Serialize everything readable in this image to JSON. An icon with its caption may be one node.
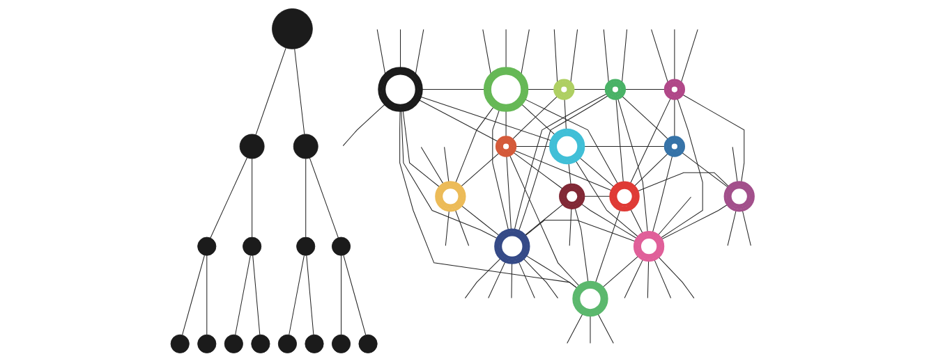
{
  "diagram": {
    "nodes": [
      {
        "text": [],
        "shape": "circle"
      },
      {
        "text": [],
        "shape": "circle"
      },
      {
        "text": [],
        "shape": "circle"
      },
      {
        "text": [],
        "shape": "circle"
      },
      {
        "text": [],
        "shape": "circle"
      },
      {
        "text": [],
        "shape": "circle"
      },
      {
        "text": [],
        "shape": "circle"
      },
      {
        "text": [],
        "shape": "circle"
      },
      {
        "text": [],
        "shape": "circle"
      },
      {
        "text": [],
        "shape": "circle"
      },
      {
        "text": [],
        "shape": "circle"
      },
      {
        "text": [],
        "shape": "circle"
      },
      {
        "text": [],
        "shape": "circle"
      },
      {
        "text": [],
        "shape": "circle"
      },
      {
        "text": [],
        "shape": "circle"
      },
      {
        "text": [],
        "shape": "ring"
      },
      {
        "text": [],
        "shape": "ring"
      },
      {
        "text": [],
        "shape": "ring"
      },
      {
        "text": [],
        "shape": "ring"
      },
      {
        "text": [],
        "shape": "ring"
      },
      {
        "text": [],
        "shape": "ring"
      },
      {
        "text": [],
        "shape": "ring"
      },
      {
        "text": [],
        "shape": "ring"
      },
      {
        "text": [],
        "shape": "ring"
      },
      {
        "text": [],
        "shape": "ring"
      },
      {
        "text": [],
        "shape": "ring"
      },
      {
        "text": [],
        "shape": "ring"
      },
      {
        "text": [],
        "shape": "ring"
      },
      {
        "text": [],
        "shape": "ring"
      },
      {
        "text": [],
        "shape": "ring"
      }
    ],
    "edges": [
      {
        "from": 0,
        "to": 1,
        "arrow": "none"
      },
      {
        "from": 0,
        "to": 2,
        "arrow": "none"
      },
      {
        "from": 1,
        "to": 3,
        "arrow": "none"
      },
      {
        "from": 1,
        "to": 4,
        "arrow": "none"
      },
      {
        "from": 2,
        "to": 5,
        "arrow": "none"
      },
      {
        "from": 2,
        "to": 6,
        "arrow": "none"
      },
      {
        "from": 3,
        "to": 7,
        "arrow": "none"
      },
      {
        "from": 3,
        "to": 8,
        "arrow": "none"
      },
      {
        "from": 4,
        "to": 9,
        "arrow": "none"
      },
      {
        "from": 4,
        "to": 10,
        "arrow": "none"
      },
      {
        "from": 5,
        "to": 11,
        "arrow": "none"
      },
      {
        "from": 5,
        "to": 12,
        "arrow": "none"
      },
      {
        "from": 6,
        "to": 13,
        "arrow": "none"
      },
      {
        "from": 6,
        "to": 14,
        "arrow": "none"
      },
      {
        "from": 15,
        "to": 16,
        "arrow": "none"
      },
      {
        "from": 15,
        "to": 21,
        "arrow": "none"
      },
      {
        "from": 15,
        "to": 20,
        "arrow": "none"
      },
      {
        "from": 15,
        "to": 23,
        "arrow": "none"
      },
      {
        "from": 15,
        "to": 27,
        "arrow": "none"
      },
      {
        "from": 15,
        "to": 29,
        "arrow": "none"
      },
      {
        "from": 16,
        "to": 17,
        "arrow": "none"
      },
      {
        "from": 16,
        "to": 21,
        "arrow": "none"
      },
      {
        "from": 16,
        "to": 23,
        "arrow": "none"
      },
      {
        "from": 16,
        "to": 27,
        "arrow": "none"
      },
      {
        "from": 16,
        "to": 20,
        "arrow": "none"
      },
      {
        "from": 16,
        "to": 25,
        "arrow": "none"
      },
      {
        "from": 17,
        "to": 18,
        "arrow": "none"
      },
      {
        "from": 17,
        "to": 20,
        "arrow": "none"
      },
      {
        "from": 17,
        "to": 21,
        "arrow": "none"
      },
      {
        "from": 18,
        "to": 19,
        "arrow": "none"
      },
      {
        "from": 18,
        "to": 28,
        "arrow": "none"
      },
      {
        "from": 18,
        "to": 25,
        "arrow": "none"
      },
      {
        "from": 18,
        "to": 22,
        "arrow": "none"
      },
      {
        "from": 18,
        "to": 27,
        "arrow": "none"
      },
      {
        "from": 18,
        "to": 27,
        "arrow": "none"
      },
      {
        "from": 19,
        "to": 25,
        "arrow": "none"
      },
      {
        "from": 19,
        "to": 28,
        "arrow": "none"
      },
      {
        "from": 19,
        "to": 22,
        "arrow": "none"
      },
      {
        "from": 19,
        "to": 26,
        "arrow": "none"
      },
      {
        "from": 20,
        "to": 21,
        "arrow": "none"
      },
      {
        "from": 21,
        "to": 22,
        "arrow": "none"
      },
      {
        "from": 21,
        "to": 24,
        "arrow": "none"
      },
      {
        "from": 21,
        "to": 25,
        "arrow": "none"
      },
      {
        "from": 21,
        "to": 28,
        "arrow": "none"
      },
      {
        "from": 20,
        "to": 23,
        "arrow": "none"
      },
      {
        "from": 20,
        "to": 27,
        "arrow": "none"
      },
      {
        "from": 20,
        "to": 29,
        "arrow": "none"
      },
      {
        "from": 20,
        "to": 24,
        "arrow": "none"
      },
      {
        "from": 20,
        "to": 25,
        "arrow": "none"
      },
      {
        "from": 22,
        "to": 25,
        "arrow": "none"
      },
      {
        "from": 22,
        "to": 28,
        "arrow": "none"
      },
      {
        "from": 22,
        "to": 26,
        "arrow": "none"
      },
      {
        "from": 25,
        "to": 26,
        "arrow": "none"
      },
      {
        "from": 26,
        "to": 28,
        "arrow": "none"
      },
      {
        "from": 24,
        "to": 25,
        "arrow": "none"
      },
      {
        "from": 25,
        "to": 29,
        "arrow": "none"
      },
      {
        "from": 25,
        "to": 28,
        "arrow": "none"
      },
      {
        "from": 24,
        "to": 27,
        "arrow": "none"
      },
      {
        "from": 24,
        "to": 29,
        "arrow": "none"
      },
      {
        "from": 24,
        "to": 28,
        "arrow": "none"
      },
      {
        "from": 23,
        "to": 27,
        "arrow": "none"
      },
      {
        "from": 27,
        "to": 28,
        "arrow": "none"
      },
      {
        "from": 27,
        "to": 29,
        "arrow": "none"
      },
      {
        "from": 28,
        "to": 29,
        "arrow": "none"
      },
      {
        "from": null,
        "to": 15,
        "arrow": "none"
      },
      {
        "from": null,
        "to": 15,
        "arrow": "none"
      },
      {
        "from": null,
        "to": 15,
        "arrow": "none"
      },
      {
        "from": 15,
        "to": null,
        "arrow": "none"
      },
      {
        "from": null,
        "to": 16,
        "arrow": "none"
      },
      {
        "from": null,
        "to": 16,
        "arrow": "none"
      },
      {
        "from": null,
        "to": 16,
        "arrow": "none"
      },
      {
        "from": null,
        "to": 17,
        "arrow": "none"
      },
      {
        "from": null,
        "to": 17,
        "arrow": "none"
      },
      {
        "from": null,
        "to": 18,
        "arrow": "none"
      },
      {
        "from": null,
        "to": 18,
        "arrow": "none"
      },
      {
        "from": null,
        "to": 19,
        "arrow": "none"
      },
      {
        "from": null,
        "to": 19,
        "arrow": "none"
      },
      {
        "from": null,
        "to": 19,
        "arrow": "none"
      },
      {
        "from": null,
        "to": 23,
        "arrow": "none"
      },
      {
        "from": null,
        "to": 23,
        "arrow": "none"
      },
      {
        "from": 23,
        "to": null,
        "arrow": "none"
      },
      {
        "from": 23,
        "to": null,
        "arrow": "none"
      },
      {
        "from": null,
        "to": 26,
        "arrow": "none"
      },
      {
        "from": 26,
        "to": null,
        "arrow": "none"
      },
      {
        "from": 26,
        "to": null,
        "arrow": "none"
      },
      {
        "from": 24,
        "to": null,
        "arrow": "none"
      },
      {
        "from": 27,
        "to": null,
        "arrow": "none"
      },
      {
        "from": 27,
        "to": null,
        "arrow": "none"
      },
      {
        "from": 27,
        "to": null,
        "arrow": "none"
      },
      {
        "from": 27,
        "to": null,
        "arrow": "none"
      },
      {
        "from": 27,
        "to": null,
        "arrow": "none"
      },
      {
        "from": null,
        "to": 28,
        "arrow": "none"
      },
      {
        "from": 28,
        "to": null,
        "arrow": "none"
      },
      {
        "from": 28,
        "to": null,
        "arrow": "none"
      },
      {
        "from": 28,
        "to": null,
        "arrow": "none"
      },
      {
        "from": 28,
        "to": null,
        "arrow": "none"
      },
      {
        "from": 29,
        "to": null,
        "arrow": "none"
      },
      {
        "from": 29,
        "to": null,
        "arrow": "none"
      },
      {
        "from": 29,
        "to": null,
        "arrow": "none"
      }
    ]
  }
}
